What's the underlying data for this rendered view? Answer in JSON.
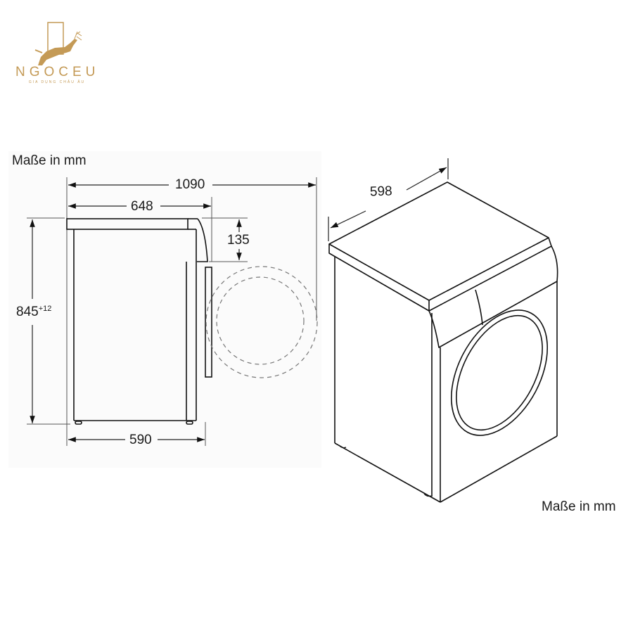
{
  "logo": {
    "brand": "NGOCEU",
    "tagline": "GIA DỤNG CHÂU ÂU",
    "icon": "deer-leaping-frame-icon",
    "color": "#c49a56"
  },
  "diagram": {
    "units_label_left": "Maße in mm",
    "units_label_right": "Maße in mm",
    "side_view": {
      "depth_with_door_open": "1090",
      "depth_total": "648",
      "depth_body": "590",
      "height": "845",
      "height_tolerance": "+12",
      "top_offset": "135"
    },
    "iso_view": {
      "width": "598"
    },
    "line_color": "#111111",
    "dim_line_color": "#333333"
  }
}
